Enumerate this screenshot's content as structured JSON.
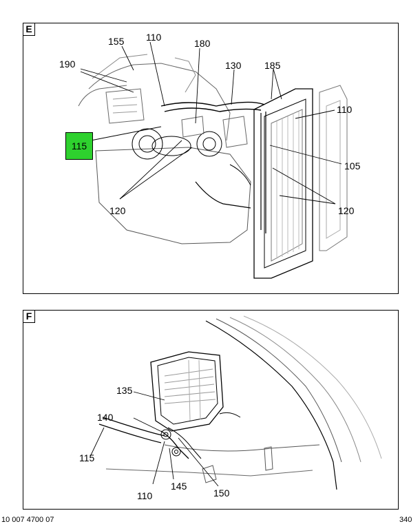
{
  "colors": {
    "highlight": "#2ed12e",
    "line": "#000000"
  },
  "panels": [
    {
      "tag": "E",
      "callouts": {
        "c155": "155",
        "c110a": "110",
        "c180": "180",
        "c190": "190",
        "c130": "130",
        "c185": "185",
        "c110b": "110",
        "c115": "115",
        "c105": "105",
        "c120a": "120",
        "c120b": "120"
      }
    },
    {
      "tag": "F",
      "callouts": {
        "c135": "135",
        "c140": "140",
        "c115": "115",
        "c110": "110",
        "c145": "145",
        "c150": "150"
      }
    }
  ],
  "footer": {
    "left": "10 007 4700 07",
    "right": "340"
  }
}
